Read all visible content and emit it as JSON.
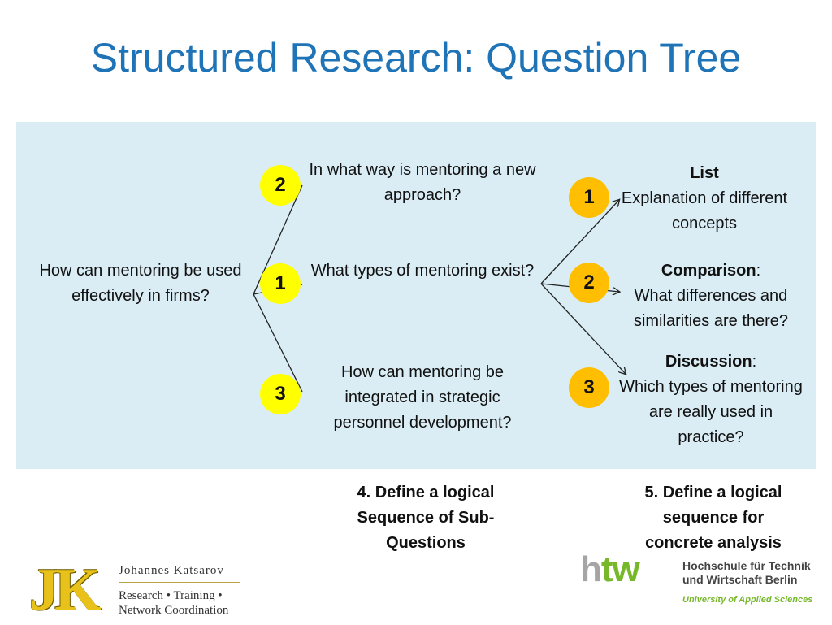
{
  "title": "Structured Research: Question Tree",
  "main_question": "How can mentoring be used effectively in firms?",
  "sub_questions": [
    {
      "badge": "2",
      "text": "In what way is mentoring a new approach?"
    },
    {
      "badge": "1",
      "text": "What types of mentoring exist?"
    },
    {
      "badge": "3",
      "text": "How can mentoring be integrated in strategic personnel development?"
    }
  ],
  "analysis": [
    {
      "badge": "1",
      "heading": "List",
      "suffix": "",
      "text": "Explanation of different concepts"
    },
    {
      "badge": "2",
      "heading": "Comparison",
      "suffix": ":",
      "text": "What differences and similarities are there?"
    },
    {
      "badge": "3",
      "heading": "Discussion",
      "suffix": ":",
      "text": "Which types of mentoring are really used in practice?"
    }
  ],
  "steps": {
    "step4": "4. Define a logical Sequence of Sub-Questions",
    "step5": "5. Define a logical sequence for concrete analysis"
  },
  "logo_jk": {
    "letters": "JK",
    "name": "Johannes Katsarov",
    "tagline_line1": "Research • Training •",
    "tagline_line2": "Network Coordination"
  },
  "logo_htw": {
    "letters_h": "h",
    "letters_tw": "tw",
    "name_line1": "Hochschule für Technik",
    "name_line2": "und Wirtschaft Berlin",
    "subtitle": "University of Applied Sciences"
  },
  "colors": {
    "title": "#1f73b7",
    "panel": "#daedf5",
    "badge_yellow": "#ffff00",
    "badge_orange": "#ffbf00"
  }
}
